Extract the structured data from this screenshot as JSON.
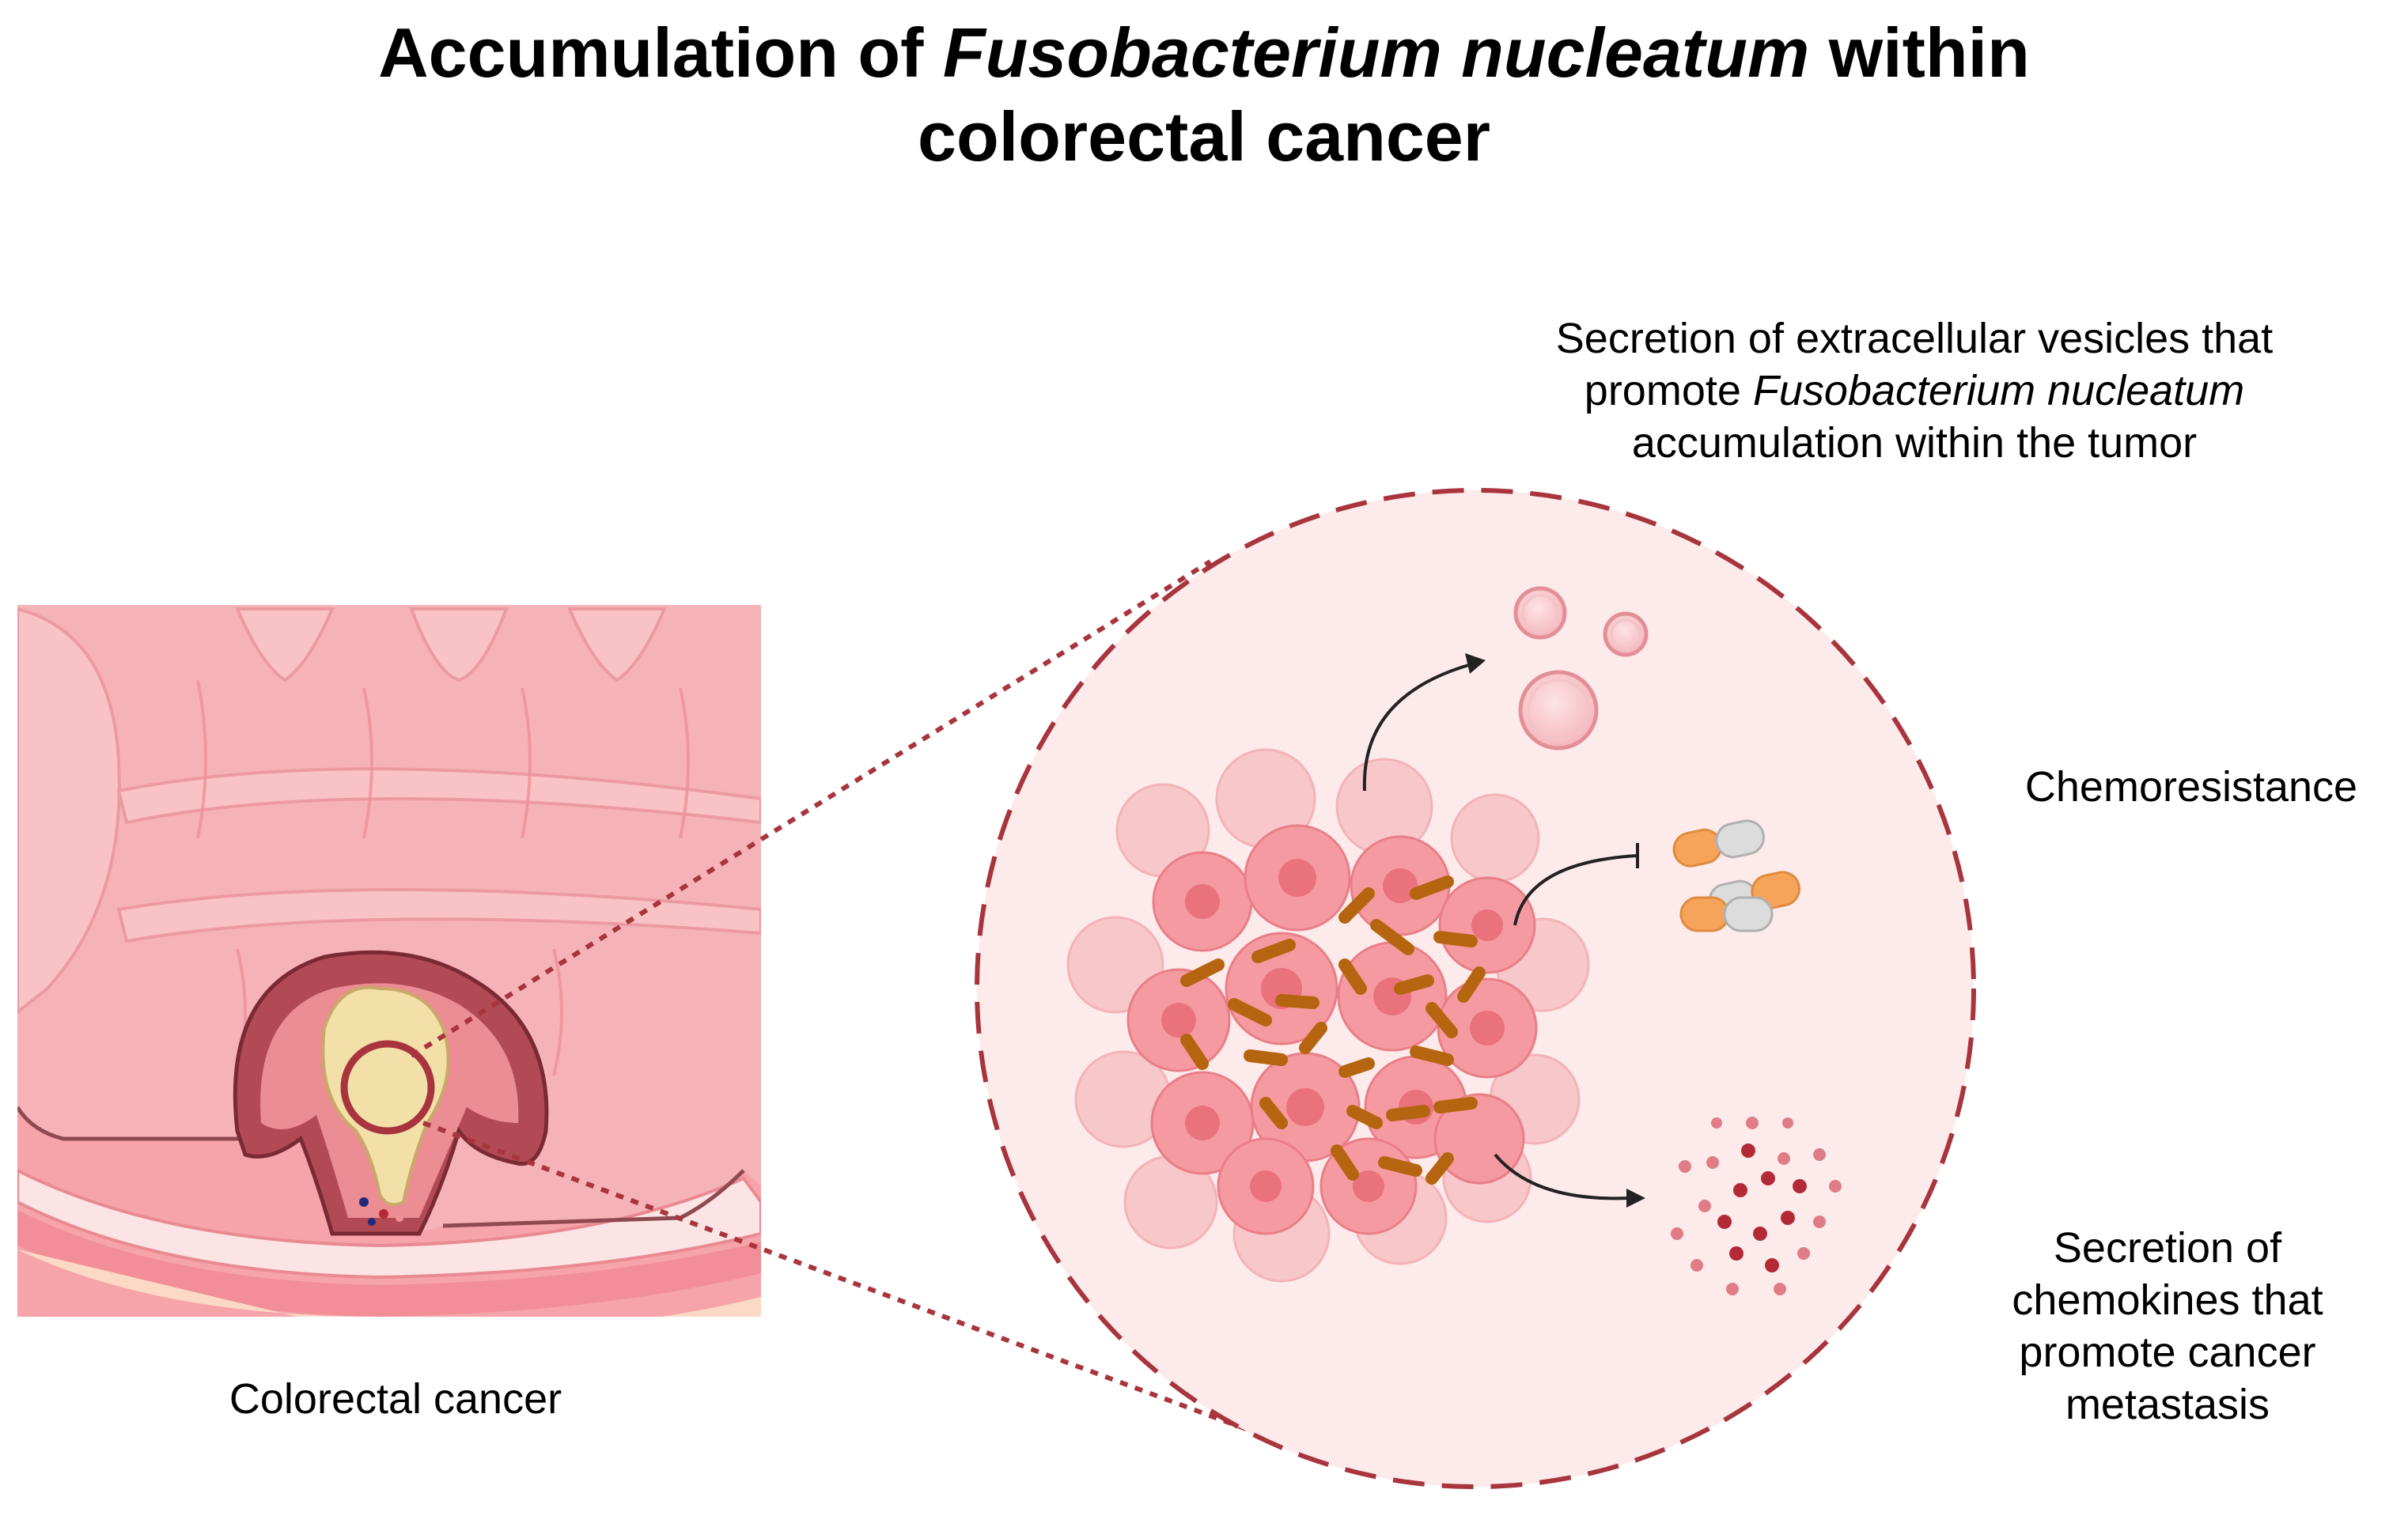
{
  "title": {
    "before": "Accumulation of ",
    "italic": "Fusobacterium nucleatum",
    "after": " within",
    "line2": "colorectal cancer"
  },
  "labels": {
    "left": "Colorectal cancer",
    "ev_line1": "Secretion of  extracellular vesicles that",
    "ev_line2_before": "promote ",
    "ev_line2_italic": "Fusobacterium nucleatum",
    "ev_line3": "accumulation within the tumor",
    "chemo": "Chemoresistance",
    "chemokine_line1": "Secretion of",
    "chemokine_line2": "chemokines that",
    "chemokine_line3": "promote cancer",
    "chemokine_line4": "metastasis"
  },
  "icons": [
    "colon-tissue-icon",
    "tumor-icon",
    "bacteria-icon",
    "vesicle-icon",
    "capsule-icon",
    "chemokine-icon",
    "arrow-icon",
    "inhibition-arrow-icon"
  ],
  "colors": {
    "tissue": "#f7b4b8",
    "tissue_dark": "#e98a92",
    "tumor_outer": "#b24a55",
    "tumor_core": "#f2e0a8",
    "dashed": "#a8353e",
    "zoom_fill": "#fdeaea",
    "bacteria": "#b5650f",
    "capsule_orange": "#f6a45a",
    "capsule_gray": "#d9d9d9",
    "chemokine": "#b32a36"
  }
}
